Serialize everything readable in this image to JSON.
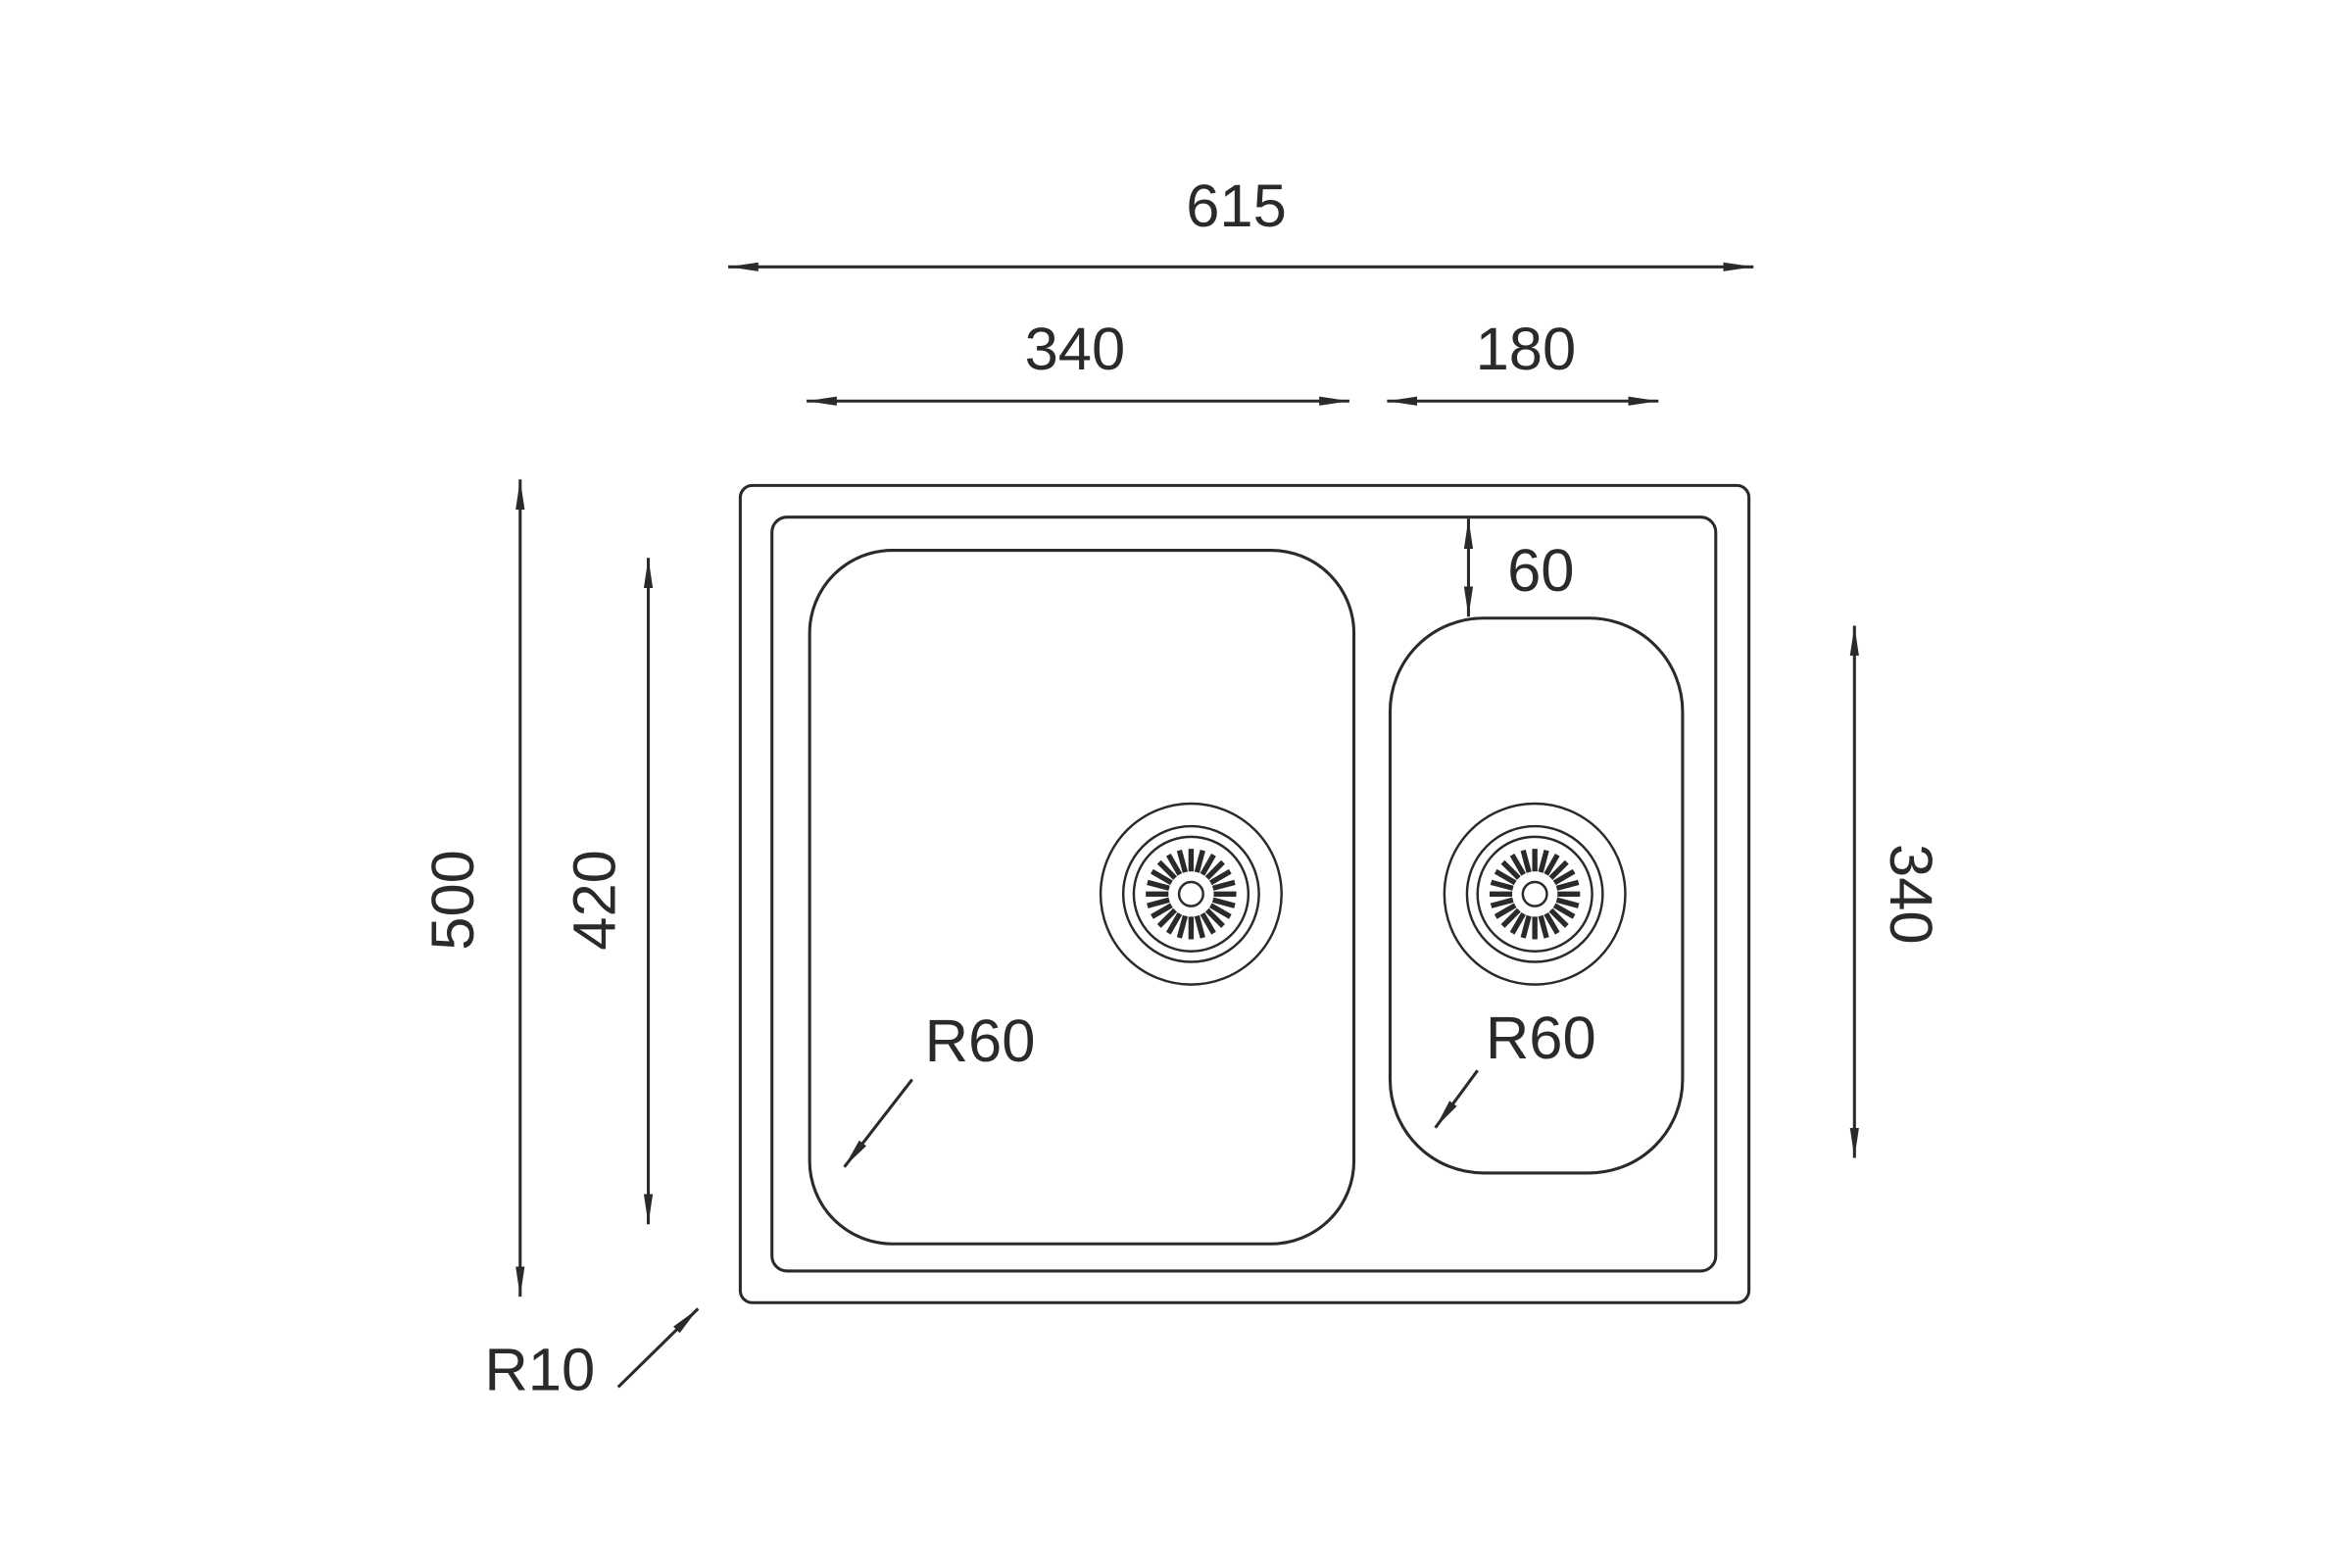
{
  "dimensions": {
    "overall_width": "615",
    "main_bowl_width": "340",
    "small_bowl_width": "180",
    "overall_depth": "500",
    "main_bowl_depth": "420",
    "small_bowl_depth": "340",
    "small_bowl_offset": "60",
    "main_bowl_radius": "R60",
    "small_bowl_radius": "R60",
    "corner_radius": "R10"
  },
  "colors": {
    "line": "#2a2a2a",
    "background": "#ffffff"
  }
}
